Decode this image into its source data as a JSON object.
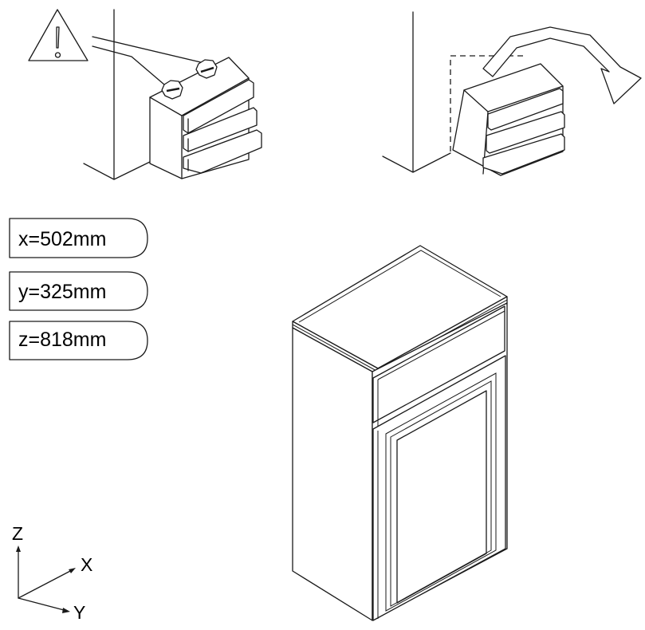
{
  "dimensions": {
    "x": "x=502mm",
    "y": "y=325mm",
    "z": "z=818mm"
  },
  "axes": {
    "z": "Z",
    "x": "X",
    "y": "Y"
  },
  "icons": {
    "warning": "warning-triangle-icon",
    "rotate": "curved-arrow-icon"
  }
}
